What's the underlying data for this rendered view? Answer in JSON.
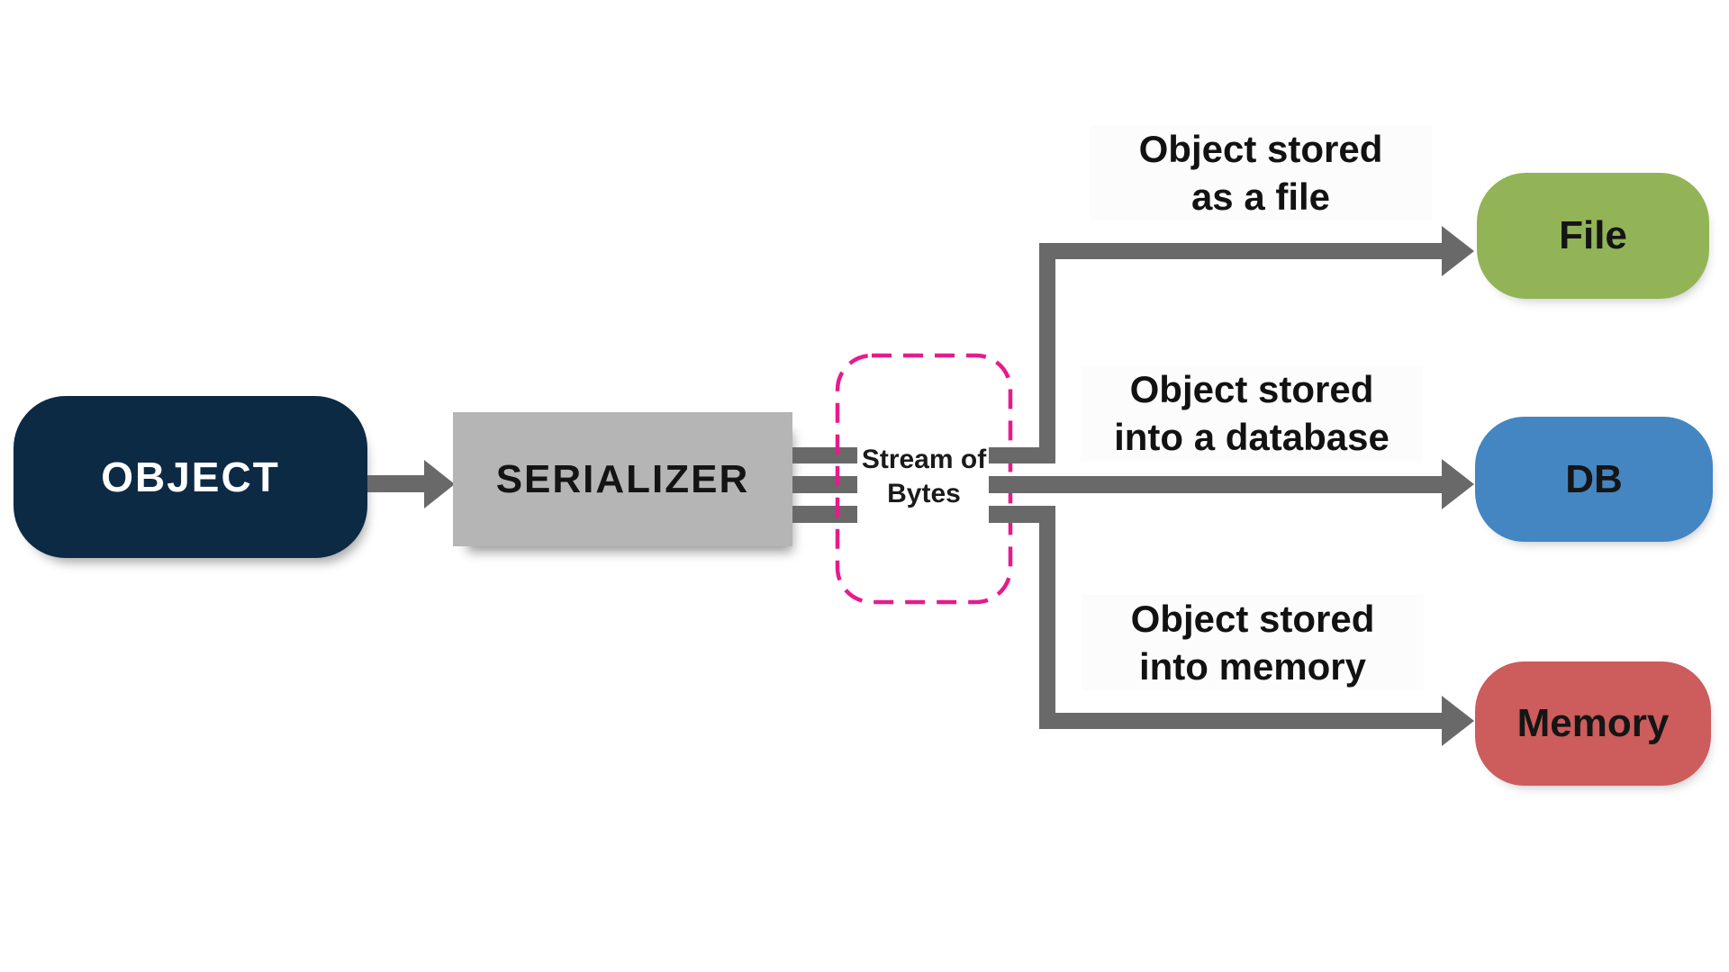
{
  "canvas": {
    "background": "#ffffff"
  },
  "colors": {
    "arrow": "#696969",
    "stream_border": "#e81a8d",
    "object_bg": "#0d2a45",
    "object_text": "#ffffff",
    "serializer_bg": "#b5b5b5",
    "serializer_text": "#141414",
    "file_bg": "#92b457",
    "db_bg": "#4386c2",
    "memory_bg": "#cd5c5c",
    "target_text": "#151515"
  },
  "object_box": {
    "label": "OBJECT"
  },
  "serializer_box": {
    "label": "SERIALIZER"
  },
  "stream_box": {
    "line1": "Stream of",
    "line2": "Bytes"
  },
  "annotations": {
    "file": {
      "line1": "Object stored",
      "line2": "as a file"
    },
    "db": {
      "line1": "Object stored",
      "line2": "into a database"
    },
    "memory": {
      "line1": "Object stored",
      "line2": "into memory"
    }
  },
  "targets": {
    "file": {
      "label": "File"
    },
    "db": {
      "label": "DB"
    },
    "memory": {
      "label": "Memory"
    }
  }
}
